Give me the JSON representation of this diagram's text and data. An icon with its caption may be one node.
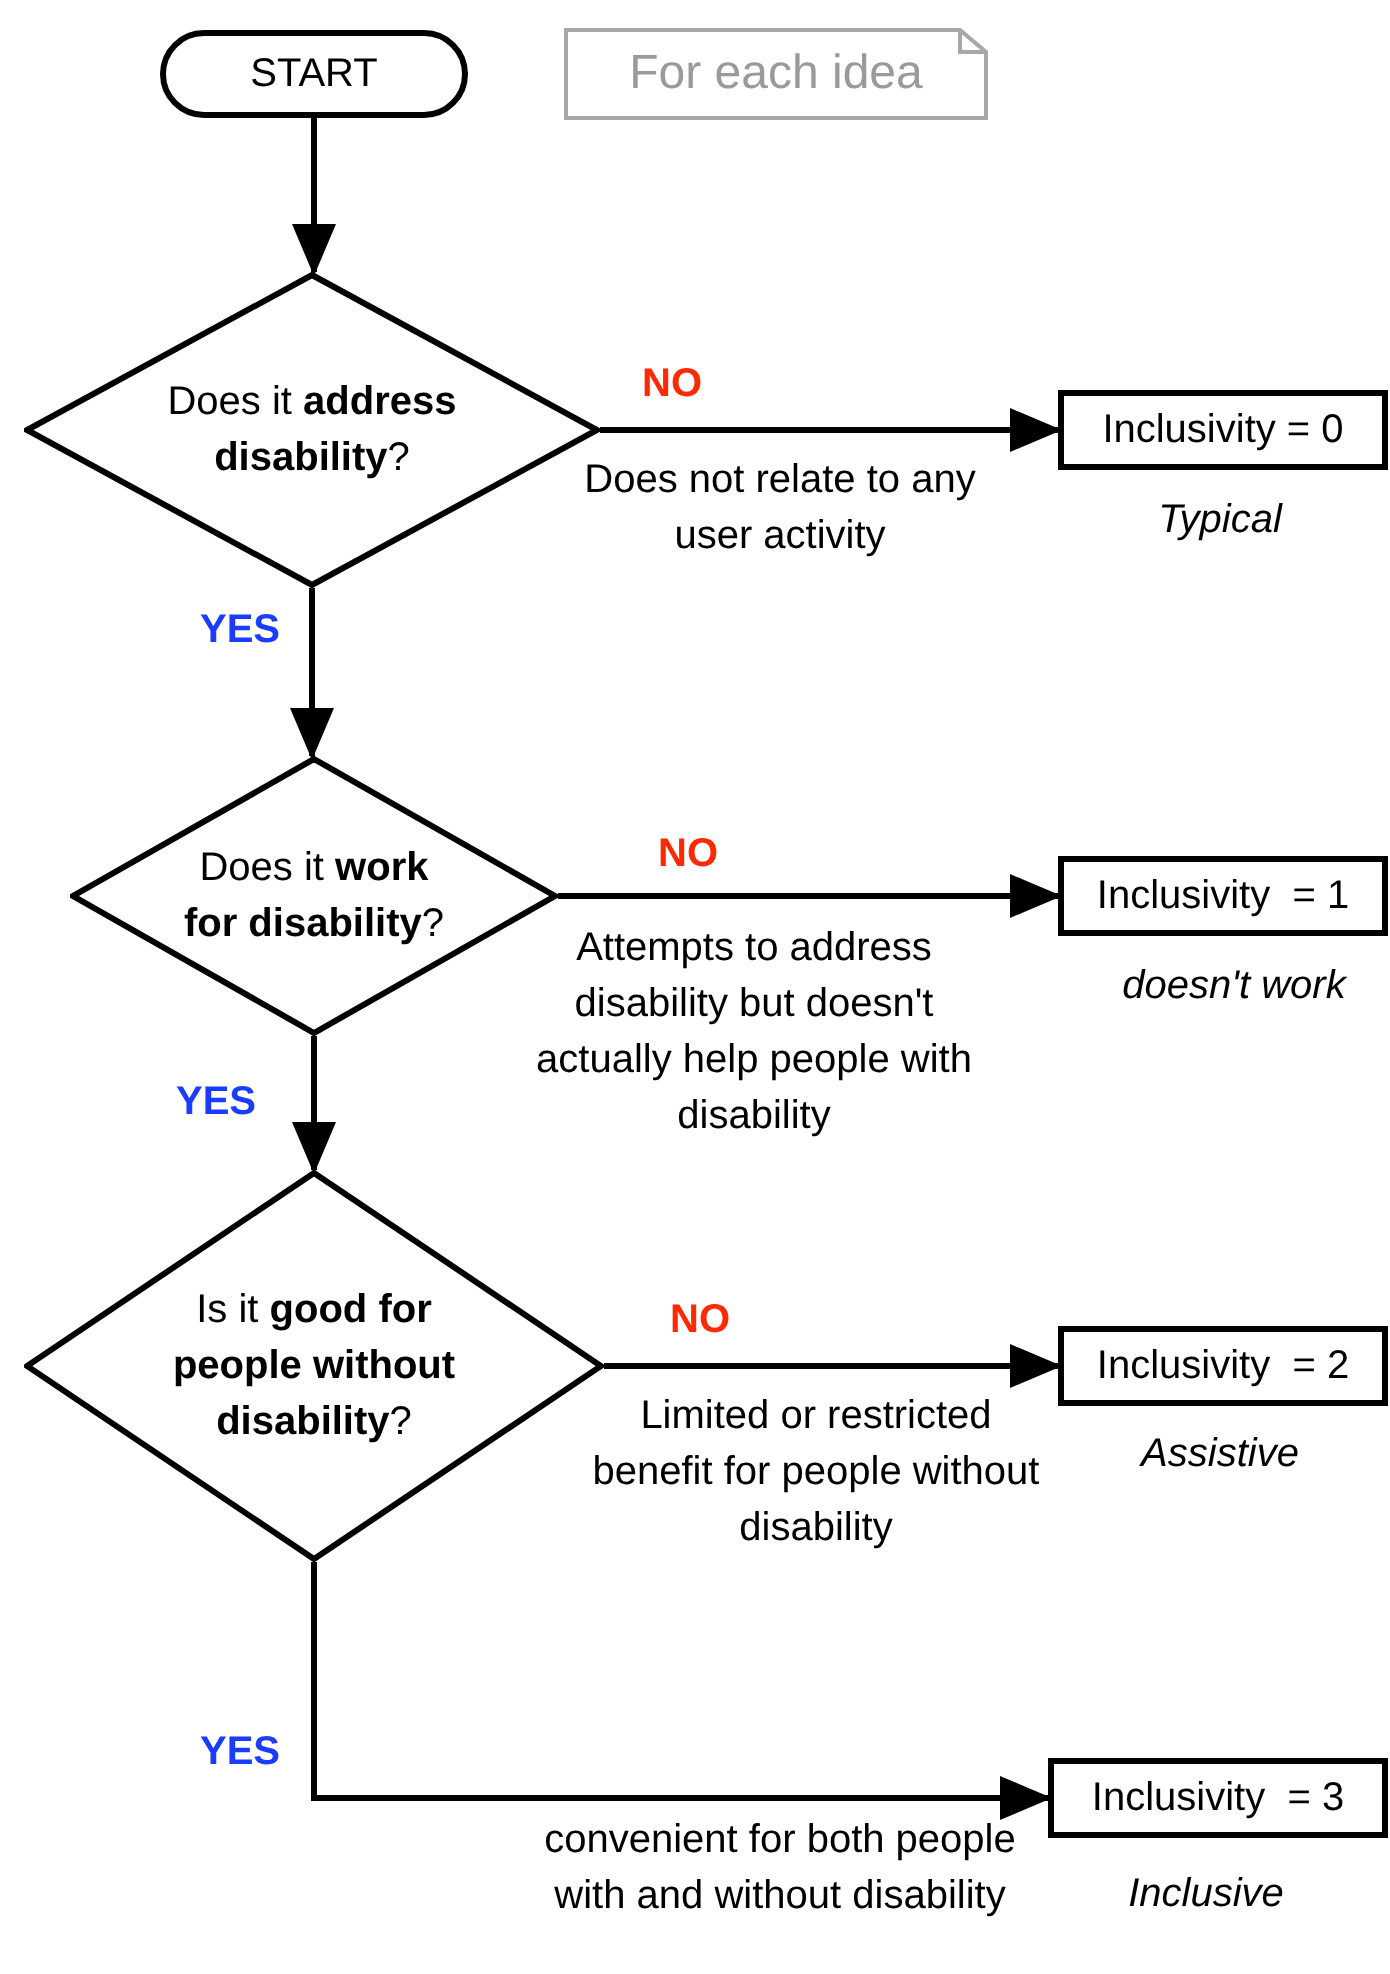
{
  "diagram": {
    "nodes": [
      {
        "text": [
          "START"
        ]
      },
      {
        "text": [
          "For each idea"
        ]
      },
      {
        "text": [
          "Does it **address disability**?"
        ]
      },
      {
        "text": [
          "Inclusivity = 0"
        ],
        "beside": [
          "Typical"
        ]
      },
      {
        "text": [
          "Does it **work for disability**?"
        ]
      },
      {
        "text": [
          "Inclusivity  = 1"
        ],
        "beside": [
          "doesn't work"
        ]
      },
      {
        "text": [
          "Is it **good for people without disability**?"
        ]
      },
      {
        "text": [
          "Inclusivity  = 2"
        ],
        "beside": [
          "Assistive"
        ]
      },
      {
        "text": [
          "Inclusivity  = 3"
        ],
        "beside": [
          "Inclusive"
        ]
      }
    ],
    "edges": [
      {
        "from": 0,
        "to": 2,
        "arrow": "to"
      },
      {
        "from": 2,
        "to": 3,
        "arrow": "to",
        "label": "NO"
      },
      {
        "from": 2,
        "to": 4,
        "arrow": "to",
        "label": "YES"
      },
      {
        "from": 4,
        "to": 5,
        "arrow": "to",
        "label": "NO"
      },
      {
        "from": 4,
        "to": 6,
        "arrow": "to",
        "label": "YES"
      },
      {
        "from": 6,
        "to": 7,
        "arrow": "to",
        "label": "NO"
      },
      {
        "from": 6,
        "to": 8,
        "arrow": "to",
        "label": "YES"
      }
    ],
    "labels": [
      "Does not relate to any user activity",
      "Attempts to address disability but doesn't actually help people with disability",
      "Limited or restricted benefit for people without disability",
      "convenient for both people with and without disability"
    ]
  }
}
